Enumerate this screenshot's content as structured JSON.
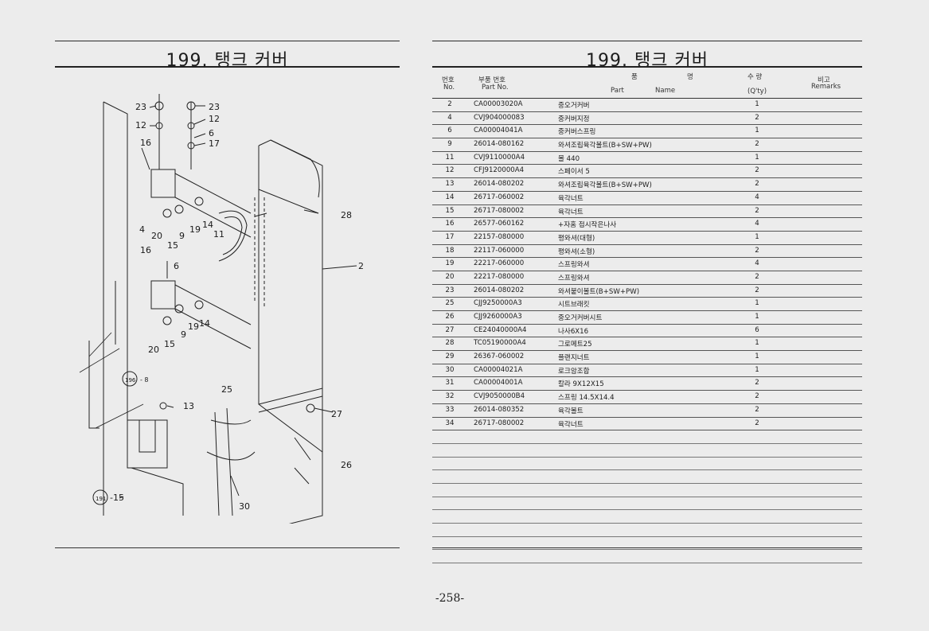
{
  "left_page": {
    "title": "199. 탱크 커버"
  },
  "right_page": {
    "title": "199. 탱크 커버"
  },
  "diagram": {
    "labels": [
      "23",
      "12",
      "6",
      "17",
      "16",
      "4",
      "20",
      "9",
      "15",
      "19",
      "14",
      "11",
      "28",
      "2",
      "6",
      "16",
      "19",
      "14",
      "9",
      "20",
      "15",
      "25",
      "13",
      "27",
      "26",
      "30"
    ],
    "refs": [
      "196",
      "191"
    ],
    "ref_suffixes": [
      "- 8",
      "-15"
    ]
  },
  "table": {
    "headers": {
      "no_ko": "번호",
      "no_en": "No.",
      "part_ko": "부품 번호",
      "part_en": "Part No.",
      "name_ko1": "품",
      "name_ko2": "명",
      "name_en1": "Part",
      "name_en2": "Name",
      "qty_ko": "수 량",
      "qty_en": "(Q'ty)",
      "rem_ko": "비고",
      "rem_en": "Remarks"
    },
    "rows": [
      {
        "no": "2",
        "part": "CA00003020A",
        "name": "중오거커버",
        "qty": "1"
      },
      {
        "no": "4",
        "part": "CVJ904000083",
        "name": "중커버지정",
        "qty": "2"
      },
      {
        "no": "6",
        "part": "CA00004041A",
        "name": "중커버스프링",
        "qty": "1"
      },
      {
        "no": "9",
        "part": "26014-080162",
        "name": "와셔조립육각볼트(B+SW+PW)",
        "qty": "2"
      },
      {
        "no": "11",
        "part": "CVJ9110000A4",
        "name": "몰 440",
        "qty": "1"
      },
      {
        "no": "12",
        "part": "CFJ9120000A4",
        "name": "스페이서 5",
        "qty": "2"
      },
      {
        "no": "13",
        "part": "26014-080202",
        "name": "와셔조립육각볼트(B+SW+PW)",
        "qty": "2"
      },
      {
        "no": "14",
        "part": "26717-060002",
        "name": "육각너트",
        "qty": "4"
      },
      {
        "no": "15",
        "part": "26717-080002",
        "name": "육각너트",
        "qty": "2"
      },
      {
        "no": "16",
        "part": "26577-060162",
        "name": "+자홈 접시작은나사",
        "qty": "4"
      },
      {
        "no": "17",
        "part": "22157-080000",
        "name": "평와셔(대형)",
        "qty": "1"
      },
      {
        "no": "18",
        "part": "22117-060000",
        "name": "평와셔(소형)",
        "qty": "2"
      },
      {
        "no": "19",
        "part": "22217-060000",
        "name": "스프링와셔",
        "qty": "4"
      },
      {
        "no": "20",
        "part": "22217-080000",
        "name": "스프링와셔",
        "qty": "2"
      },
      {
        "no": "23",
        "part": "26014-080202",
        "name": "와셔붙이볼트(B+SW+PW)",
        "qty": "2"
      },
      {
        "no": "25",
        "part": "CJJ9250000A3",
        "name": "시트브래킷",
        "qty": "1"
      },
      {
        "no": "26",
        "part": "CJJ9260000A3",
        "name": "중오거커버시트",
        "qty": "1"
      },
      {
        "no": "27",
        "part": "CE24040000A4",
        "name": "나사6X16",
        "qty": "6"
      },
      {
        "no": "28",
        "part": "TC05190000A4",
        "name": "그로메트25",
        "qty": "1"
      },
      {
        "no": "29",
        "part": "26367-060002",
        "name": "플랜지너트",
        "qty": "1"
      },
      {
        "no": "30",
        "part": "CA00004021A",
        "name": "로크암조합",
        "qty": "1"
      },
      {
        "no": "31",
        "part": "CA00004001A",
        "name": "칼라 9X12X15",
        "qty": "2"
      },
      {
        "no": "32",
        "part": "CVJ9050000B4",
        "name": "스프링 14.5X14.4",
        "qty": "2"
      },
      {
        "no": "33",
        "part": "26014-080352",
        "name": "육각볼트",
        "qty": "2"
      },
      {
        "no": "34",
        "part": "26717-080002",
        "name": "육각너트",
        "qty": "2"
      }
    ]
  },
  "footer": {
    "page_number": "-258-"
  }
}
